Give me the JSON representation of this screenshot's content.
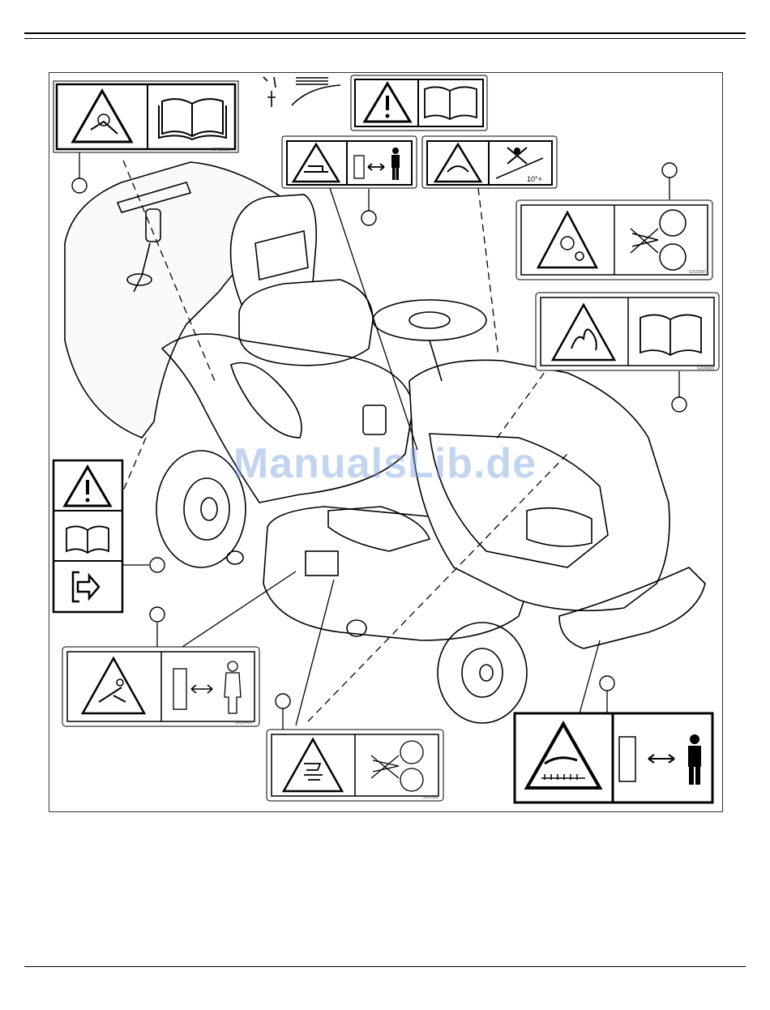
{
  "watermark": "ManualsLib.de",
  "labels": {
    "slope_angle": "10°+",
    "code_1": "GP10026",
    "code_2": "GX22097",
    "code_3": "GX24503",
    "code_4": "GX24400",
    "code_5": "GX2598"
  }
}
